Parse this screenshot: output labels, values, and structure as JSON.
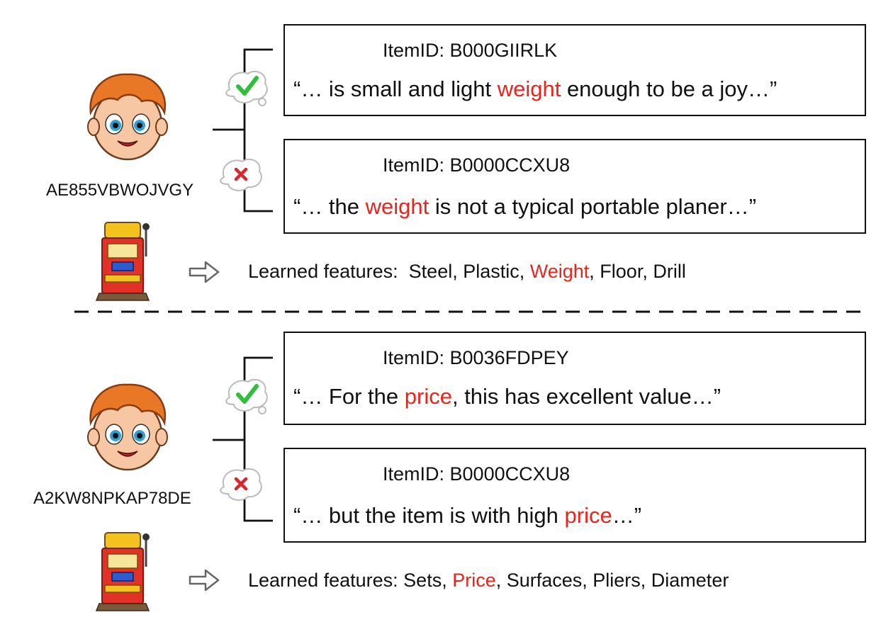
{
  "panels": [
    {
      "user_id": "AE855VBWOJVGY",
      "reviews": [
        {
          "status": "positive",
          "item_label": "ItemID:",
          "item_id": "B000GIIRLK",
          "quote_pre": "“… is small and light ",
          "keyword": "weight",
          "quote_post": " enough to be a joy…”"
        },
        {
          "status": "negative",
          "item_label": "ItemID:",
          "item_id": "B0000CCXU8",
          "quote_pre": "“… the ",
          "keyword": "weight",
          "quote_post": " is not a typical portable planer…”"
        }
      ],
      "features_label": "Learned features:",
      "features_pre": "Steel, Plastic, ",
      "features_highlight": "Weight",
      "features_post": ", Floor, Drill"
    },
    {
      "user_id": "A2KW8NPKAP78DE",
      "reviews": [
        {
          "status": "positive",
          "item_label": "ItemID:",
          "item_id": "B0036FDPEY",
          "quote_pre": "“… For the ",
          "keyword": "price",
          "quote_post": ", this has excellent value…”"
        },
        {
          "status": "negative",
          "item_label": "ItemID:",
          "item_id": "B0000CCXU8",
          "quote_pre": "“… but the item is with high ",
          "keyword": "price",
          "quote_post": "…”"
        }
      ],
      "features_label": "Learned features:",
      "features_pre": "Sets, ",
      "features_highlight": "Price",
      "features_post": ", Surfaces, Pliers, Diameter"
    }
  ],
  "colors": {
    "highlight": "#e8241c",
    "check": "#2fbf3a",
    "cross": "#d9262b",
    "frame": "#111111"
  },
  "icons": [
    "user-avatar-icon",
    "slot-machine-icon",
    "check-bubble-icon",
    "cross-bubble-icon",
    "arrow-right-icon"
  ]
}
